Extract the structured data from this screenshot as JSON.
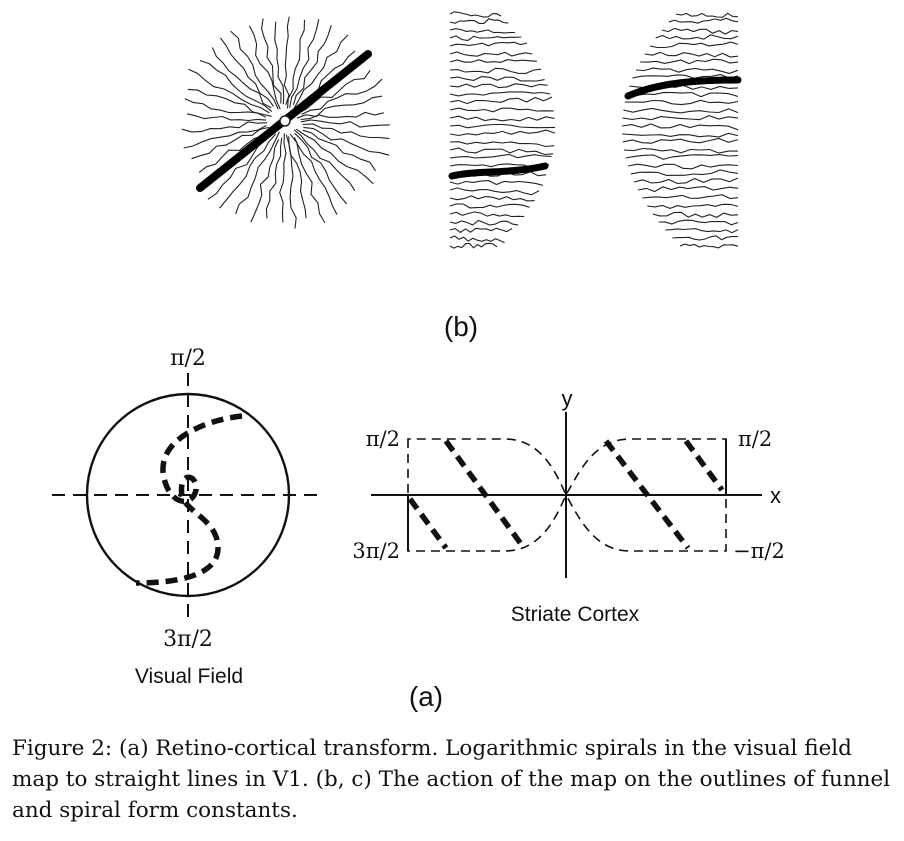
{
  "panel_b": {
    "label": "(b)"
  },
  "panel_a": {
    "label": "(a)",
    "visual_field": {
      "title": "Visual Field",
      "top_label": "π/2",
      "bottom_label": "3π/2"
    },
    "striate_cortex": {
      "title": "Striate Cortex",
      "y_axis_label": "y",
      "x_axis_label": "x",
      "left_top_label": "π/2",
      "left_bottom_label": "3π/2",
      "right_top_label": "π/2",
      "right_bottom_label": "−π/2"
    }
  },
  "caption": {
    "text": "Figure 2: (a) Retino-cortical transform. Logarithmic spirals in the visual field map to straight lines in V1. (b, c) The action of the map on the outlines of funnel and spiral form constants."
  }
}
